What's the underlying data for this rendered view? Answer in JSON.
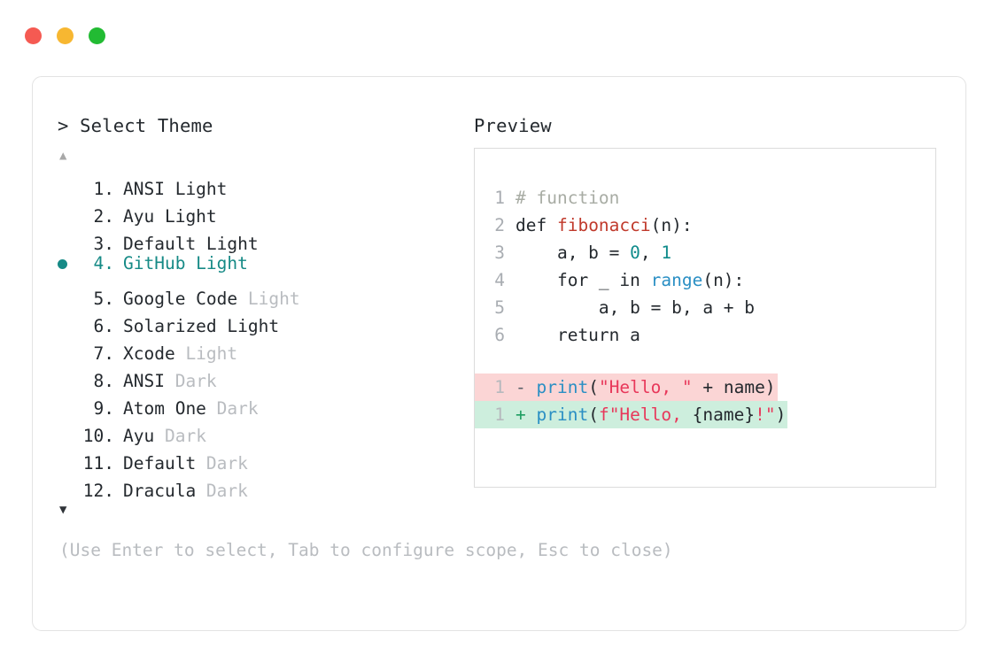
{
  "window": {
    "dots": [
      {
        "name": "close",
        "color": "#f55a52"
      },
      {
        "name": "minimize",
        "color": "#f7b731"
      },
      {
        "name": "maximize",
        "color": "#22bb33"
      }
    ]
  },
  "left_panel": {
    "heading": "> Select Theme",
    "scroll_up_icon": "▲",
    "scroll_down_icon": "▼",
    "selected_index": 4,
    "accent_color": "#168a86",
    "items": [
      {
        "index": "1.",
        "name": "ANSI Light",
        "variant": "",
        "selected": false
      },
      {
        "index": "2.",
        "name": "Ayu Light",
        "variant": "",
        "selected": false
      },
      {
        "index": "3.",
        "name": "Default Light",
        "variant": "",
        "selected": false
      },
      {
        "index": "4.",
        "name": "GitHub Light",
        "variant": "",
        "selected": true
      },
      {
        "index": "5.",
        "name": "Google Code",
        "variant": " Light",
        "selected": false
      },
      {
        "index": "6.",
        "name": "Solarized Light",
        "variant": "",
        "selected": false
      },
      {
        "index": "7.",
        "name": "Xcode",
        "variant": " Light",
        "selected": false
      },
      {
        "index": "8.",
        "name": "ANSI",
        "variant": " Dark",
        "selected": false
      },
      {
        "index": "9.",
        "name": "Atom One",
        "variant": " Dark",
        "selected": false
      },
      {
        "index": "10.",
        "name": "Ayu",
        "variant": " Dark",
        "selected": false
      },
      {
        "index": "11.",
        "name": "Default",
        "variant": " Dark",
        "selected": false
      },
      {
        "index": "12.",
        "name": "Dracula",
        "variant": " Dark",
        "selected": false
      }
    ]
  },
  "right_panel": {
    "heading": "Preview",
    "code_lines": [
      {
        "lineno": "1",
        "tokens": [
          {
            "text": "# function",
            "type": "comment"
          }
        ]
      },
      {
        "lineno": "2",
        "tokens": [
          {
            "text": "def ",
            "type": "plain"
          },
          {
            "text": "fibonacci",
            "type": "fn"
          },
          {
            "text": "(n):",
            "type": "plain"
          }
        ]
      },
      {
        "lineno": "3",
        "tokens": [
          {
            "text": "    a, b = ",
            "type": "plain"
          },
          {
            "text": "0",
            "type": "num"
          },
          {
            "text": ", ",
            "type": "plain"
          },
          {
            "text": "1",
            "type": "num"
          }
        ]
      },
      {
        "lineno": "4",
        "tokens": [
          {
            "text": "    for _ in ",
            "type": "plain"
          },
          {
            "text": "range",
            "type": "builtin"
          },
          {
            "text": "(n):",
            "type": "plain"
          }
        ]
      },
      {
        "lineno": "5",
        "tokens": [
          {
            "text": "        a, b = b, a + b",
            "type": "plain"
          }
        ]
      },
      {
        "lineno": "6",
        "tokens": [
          {
            "text": "    return a",
            "type": "plain"
          }
        ]
      }
    ],
    "diff_lines": [
      {
        "lineno": "1",
        "kind": "del",
        "sign": "-",
        "tokens": [
          {
            "text": " ",
            "type": "plain"
          },
          {
            "text": "print",
            "type": "builtin"
          },
          {
            "text": "(",
            "type": "plain"
          },
          {
            "text": "\"Hello, \"",
            "type": "str"
          },
          {
            "text": " + name)",
            "type": "plain"
          }
        ]
      },
      {
        "lineno": "1",
        "kind": "add",
        "sign": "+",
        "tokens": [
          {
            "text": " ",
            "type": "plain"
          },
          {
            "text": "print",
            "type": "builtin"
          },
          {
            "text": "(",
            "type": "plain"
          },
          {
            "text": "f\"Hello, ",
            "type": "str"
          },
          {
            "text": "{name}",
            "type": "plain"
          },
          {
            "text": "!\"",
            "type": "str"
          },
          {
            "text": ")",
            "type": "plain"
          }
        ]
      }
    ],
    "colors": {
      "comment": "#a8aca4",
      "function": "#c0392b",
      "number": "#0f8b8b",
      "builtin": "#2a8fc4",
      "string": "#e8385a",
      "diff_del_bg": "#fbd5d5",
      "diff_add_bg": "#cdeedd"
    }
  },
  "footer": {
    "hint": "(Use Enter to select, Tab to configure scope, Esc to close)"
  }
}
